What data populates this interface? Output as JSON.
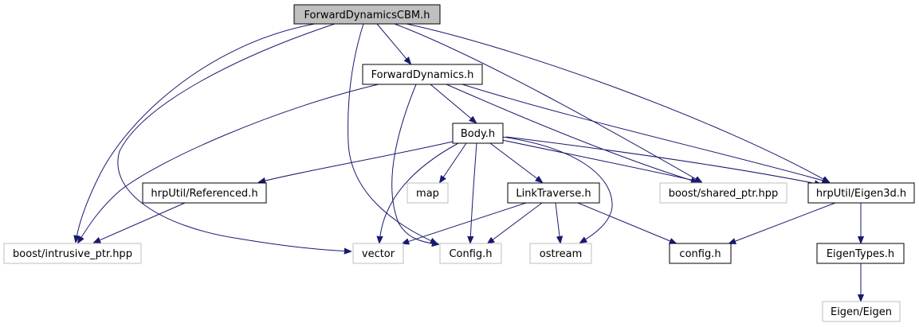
{
  "colors": {
    "edge": "#191970",
    "root_fill": "#bfbfbf",
    "box_stroke_solid": "#000000",
    "box_stroke_external": "#bfbfbf",
    "box_fill": "#ffffff",
    "text": "#000000"
  },
  "nodes": {
    "root": {
      "label": "ForwardDynamicsCBM.h",
      "kind": "root"
    },
    "fd": {
      "label": "ForwardDynamics.h",
      "kind": "solid"
    },
    "body": {
      "label": "Body.h",
      "kind": "solid"
    },
    "referenced": {
      "label": "hrpUtil/Referenced.h",
      "kind": "solid"
    },
    "map": {
      "label": "map",
      "kind": "external"
    },
    "linktraverse": {
      "label": "LinkTraverse.h",
      "kind": "solid"
    },
    "shared": {
      "label": "boost/shared_ptr.hpp",
      "kind": "external"
    },
    "eigen3d": {
      "label": "hrpUtil/Eigen3d.h",
      "kind": "solid"
    },
    "intrusive": {
      "label": "boost/intrusive_ptr.hpp",
      "kind": "external"
    },
    "vector": {
      "label": "vector",
      "kind": "external"
    },
    "configCap": {
      "label": "Config.h",
      "kind": "external"
    },
    "ostream": {
      "label": "ostream",
      "kind": "external"
    },
    "config": {
      "label": "config.h",
      "kind": "solid"
    },
    "eigentypes": {
      "label": "EigenTypes.h",
      "kind": "solid"
    },
    "eigen": {
      "label": "Eigen/Eigen",
      "kind": "external"
    }
  },
  "edges": [
    [
      "root",
      "fd"
    ],
    [
      "root",
      "intrusive"
    ],
    [
      "root",
      "vector"
    ],
    [
      "root",
      "configCap"
    ],
    [
      "root",
      "shared"
    ],
    [
      "root",
      "eigen3d"
    ],
    [
      "fd",
      "body"
    ],
    [
      "fd",
      "intrusive"
    ],
    [
      "fd",
      "configCap"
    ],
    [
      "fd",
      "shared"
    ],
    [
      "fd",
      "eigen3d"
    ],
    [
      "body",
      "referenced"
    ],
    [
      "body",
      "map"
    ],
    [
      "body",
      "linktraverse"
    ],
    [
      "body",
      "shared"
    ],
    [
      "body",
      "eigen3d"
    ],
    [
      "body",
      "vector"
    ],
    [
      "body",
      "configCap"
    ],
    [
      "body",
      "ostream"
    ],
    [
      "referenced",
      "intrusive"
    ],
    [
      "linktraverse",
      "vector"
    ],
    [
      "linktraverse",
      "configCap"
    ],
    [
      "linktraverse",
      "ostream"
    ],
    [
      "linktraverse",
      "config"
    ],
    [
      "eigen3d",
      "config"
    ],
    [
      "eigen3d",
      "eigentypes"
    ],
    [
      "eigentypes",
      "eigen"
    ]
  ]
}
